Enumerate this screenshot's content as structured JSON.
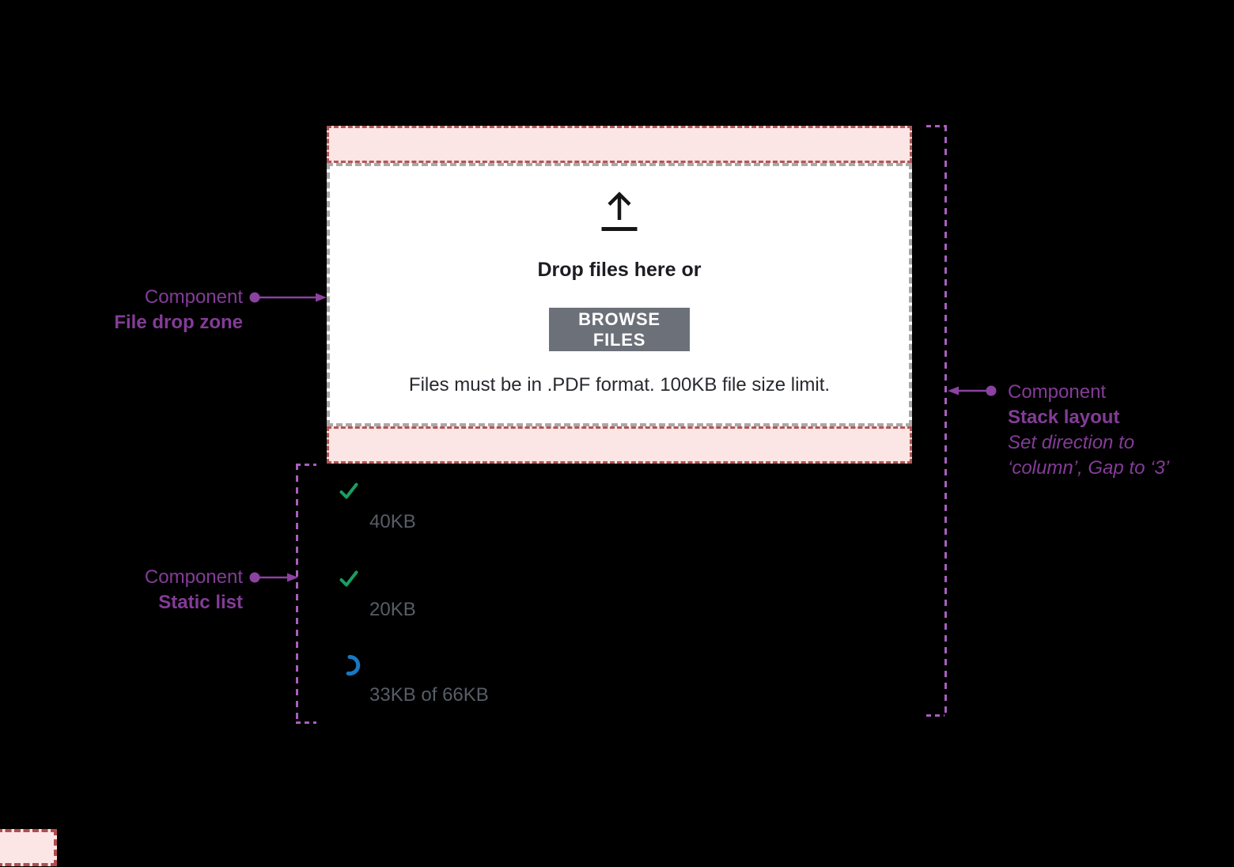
{
  "dropzone": {
    "heading": "Drop files here or",
    "browse_button_label": "BROWSE FILES",
    "note": "Files must be in .PDF format. 100KB file size limit."
  },
  "static_list": {
    "items": [
      {
        "status": "uploaded",
        "size_label": "40KB"
      },
      {
        "status": "uploaded",
        "size_label": "20KB"
      },
      {
        "status": "uploading",
        "size_label": "33KB of 66KB"
      }
    ]
  },
  "annotations": {
    "file_drop_zone": {
      "eyebrow": "Component",
      "title": "File drop zone"
    },
    "static_list": {
      "eyebrow": "Component",
      "title": "Static list"
    },
    "stack_layout": {
      "eyebrow": "Component",
      "title": "Stack layout",
      "note_line1": "Set direction to",
      "note_line2": "‘column’, Gap to ‘3’"
    }
  },
  "colors": {
    "background": "#000000",
    "pink_fill": "#FBE5E5",
    "red_dash_border": "#B25656",
    "gray_dash_border": "#A9A9A9",
    "purple_text": "#833C97",
    "purple_dash": "#A85FBE",
    "green_check": "#1A9E61",
    "blue_spinner": "#1878C2",
    "gray_label_text": "#575D66",
    "button_background": "#6C7179",
    "button_text": "#FFFFFF",
    "heading_text": "#1B1D21"
  }
}
